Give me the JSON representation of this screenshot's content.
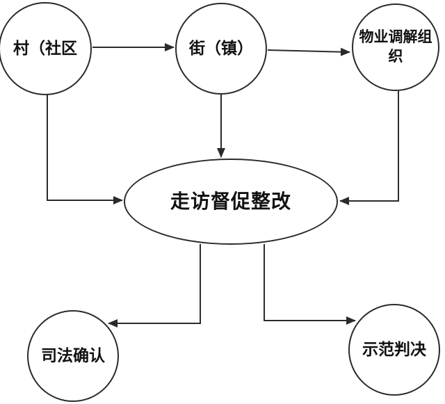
{
  "diagram": {
    "type": "flowchart",
    "colors": {
      "background": "#ffffff",
      "stroke": "#2a2a2a",
      "node_fill": "#ffffff",
      "text": "#111111"
    },
    "nodes": [
      {
        "id": "village",
        "label": "村（社区",
        "shape": "circle"
      },
      {
        "id": "street",
        "label": "街（镇）",
        "shape": "circle"
      },
      {
        "id": "property-mediation",
        "label": "物业调解组织",
        "shape": "circle"
      },
      {
        "id": "visit-supervise-rectify",
        "label": "走访督促整改",
        "shape": "ellipse"
      },
      {
        "id": "judicial-confirmation",
        "label": "司法确认",
        "shape": "circle"
      },
      {
        "id": "model-judgment",
        "label": "示范判决",
        "shape": "circle"
      }
    ],
    "edges": [
      {
        "from": "village",
        "to": "street",
        "style": "straight-arrow"
      },
      {
        "from": "street",
        "to": "property-mediation",
        "style": "straight-arrow"
      },
      {
        "from": "street",
        "to": "visit-supervise-rectify",
        "style": "straight-arrow"
      },
      {
        "from": "village",
        "to": "visit-supervise-rectify",
        "style": "elbow-arrow"
      },
      {
        "from": "property-mediation",
        "to": "visit-supervise-rectify",
        "style": "elbow-arrow"
      },
      {
        "from": "visit-supervise-rectify",
        "to": "judicial-confirmation",
        "style": "elbow-arrow"
      },
      {
        "from": "visit-supervise-rectify",
        "to": "model-judgment",
        "style": "elbow-arrow"
      }
    ]
  }
}
